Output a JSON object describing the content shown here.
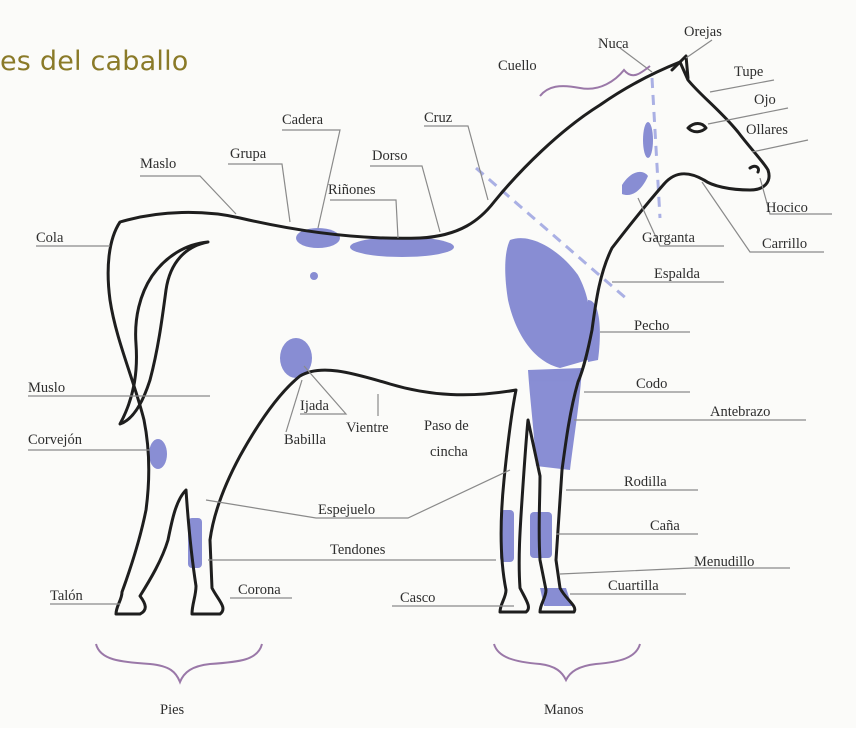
{
  "title": "es del caballo",
  "colors": {
    "title": "#8a7a28",
    "highlight": "#7c82cf",
    "outline": "#1e1e1e",
    "leader": "#8a8a8a",
    "bracket": "#9a78a8"
  },
  "labels": {
    "nuca": "Nuca",
    "orejas": "Orejas",
    "cuello": "Cuello",
    "tupe": "Tupe",
    "ojo": "Ojo",
    "ollares": "Ollares",
    "cadera": "Cadera",
    "cruz": "Cruz",
    "grupa": "Grupa",
    "dorso": "Dorso",
    "maslo": "Maslo",
    "rinones": "Riñones",
    "hocico": "Hocico",
    "cola": "Cola",
    "garganta": "Garganta",
    "carrillo": "Carrillo",
    "espalda": "Espalda",
    "pecho": "Pecho",
    "muslo": "Muslo",
    "codo": "Codo",
    "ijada": "Ijada",
    "antebrazo": "Antebrazo",
    "vientre": "Vientre",
    "paso_de_cincha_1": "Paso de",
    "paso_de_cincha_2": "cincha",
    "corvejon": "Corvejón",
    "babilla": "Babilla",
    "rodilla": "Rodilla",
    "espejuelo": "Espejuelo",
    "cana": "Caña",
    "tendones": "Tendones",
    "menudillo": "Menudillo",
    "cuartilla": "Cuartilla",
    "talon": "Talón",
    "corona": "Corona",
    "casco": "Casco",
    "pies": "Pies",
    "manos": "Manos"
  }
}
